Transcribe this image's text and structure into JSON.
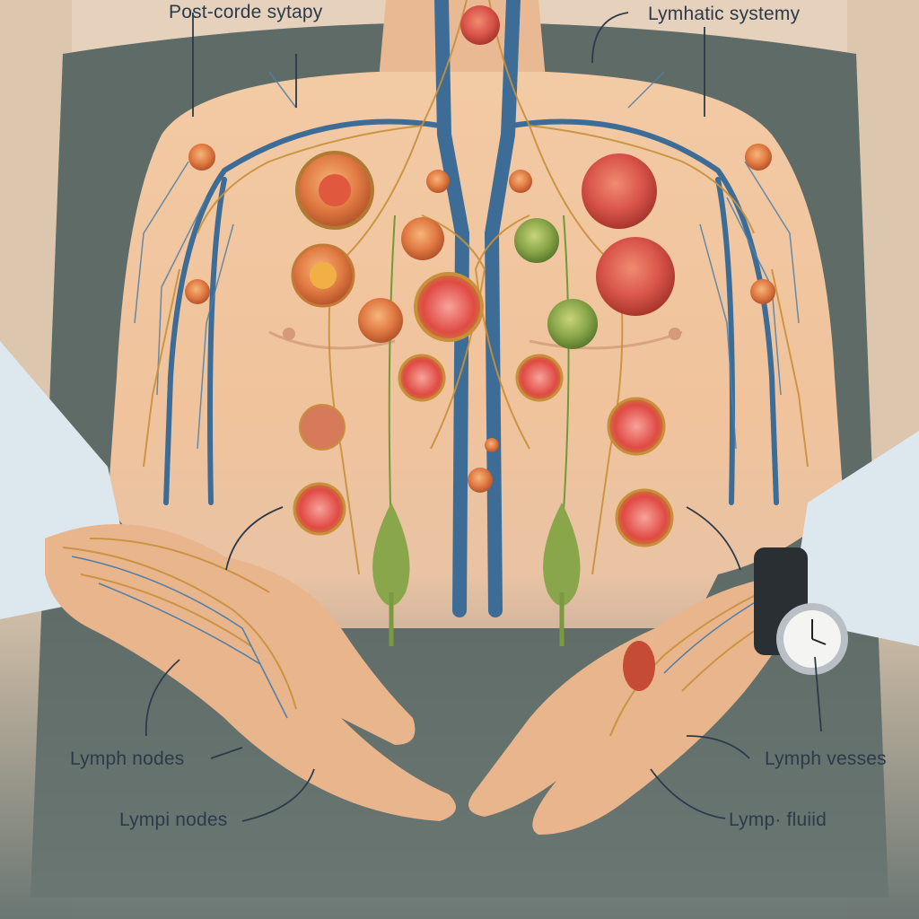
{
  "labels": {
    "top_left": "Post-corde sytapy",
    "top_right": "Lymhatic systemy",
    "lower_left": "Lymph nodes",
    "bottom_left": "Lympi nodes",
    "lower_right": "Lymph vesses",
    "bottom_right": "Lymp· fluiid"
  },
  "colors": {
    "background_wall": "#e6d2bc",
    "chair": "#5f6b67",
    "skin": "#f0c8a5",
    "shirt": "#dde7ee",
    "vein": "#3d6d96",
    "lymph_vessel": "#c8903a",
    "node_red": "#d9544a",
    "node_green": "#8aa64a"
  }
}
